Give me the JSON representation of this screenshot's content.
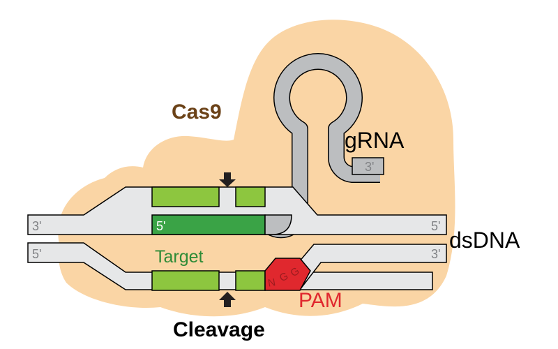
{
  "labels": {
    "protein": "Cas9",
    "guide": "gRNA",
    "guide_end": "3'",
    "duplex": "dsDNA",
    "target": "Target",
    "pam": "PAM",
    "pam_seq": [
      "N",
      "G",
      "G"
    ],
    "cleavage": "Cleavage",
    "top_strand_left_end": "3'",
    "top_strand_right_end": "5'",
    "bottom_strand_left_end": "5'",
    "bottom_strand_right_end": "3'",
    "guide_5prime": "5'"
  },
  "colors": {
    "protein": "#fad5a5",
    "protein_label": "#6b4218",
    "dna_strand": "#e6e7e8",
    "guide_rna": "#bcbec0",
    "target_light": "#8dc63f",
    "guide_target": "#3aa346",
    "target_label": "#2e8b36",
    "pam": "#e0282e",
    "pam_text": "#9b1b1f",
    "outline": "#000000"
  },
  "icons": {
    "top_cut": "arrow-down-icon",
    "bottom_cut": "arrow-up-icon"
  }
}
